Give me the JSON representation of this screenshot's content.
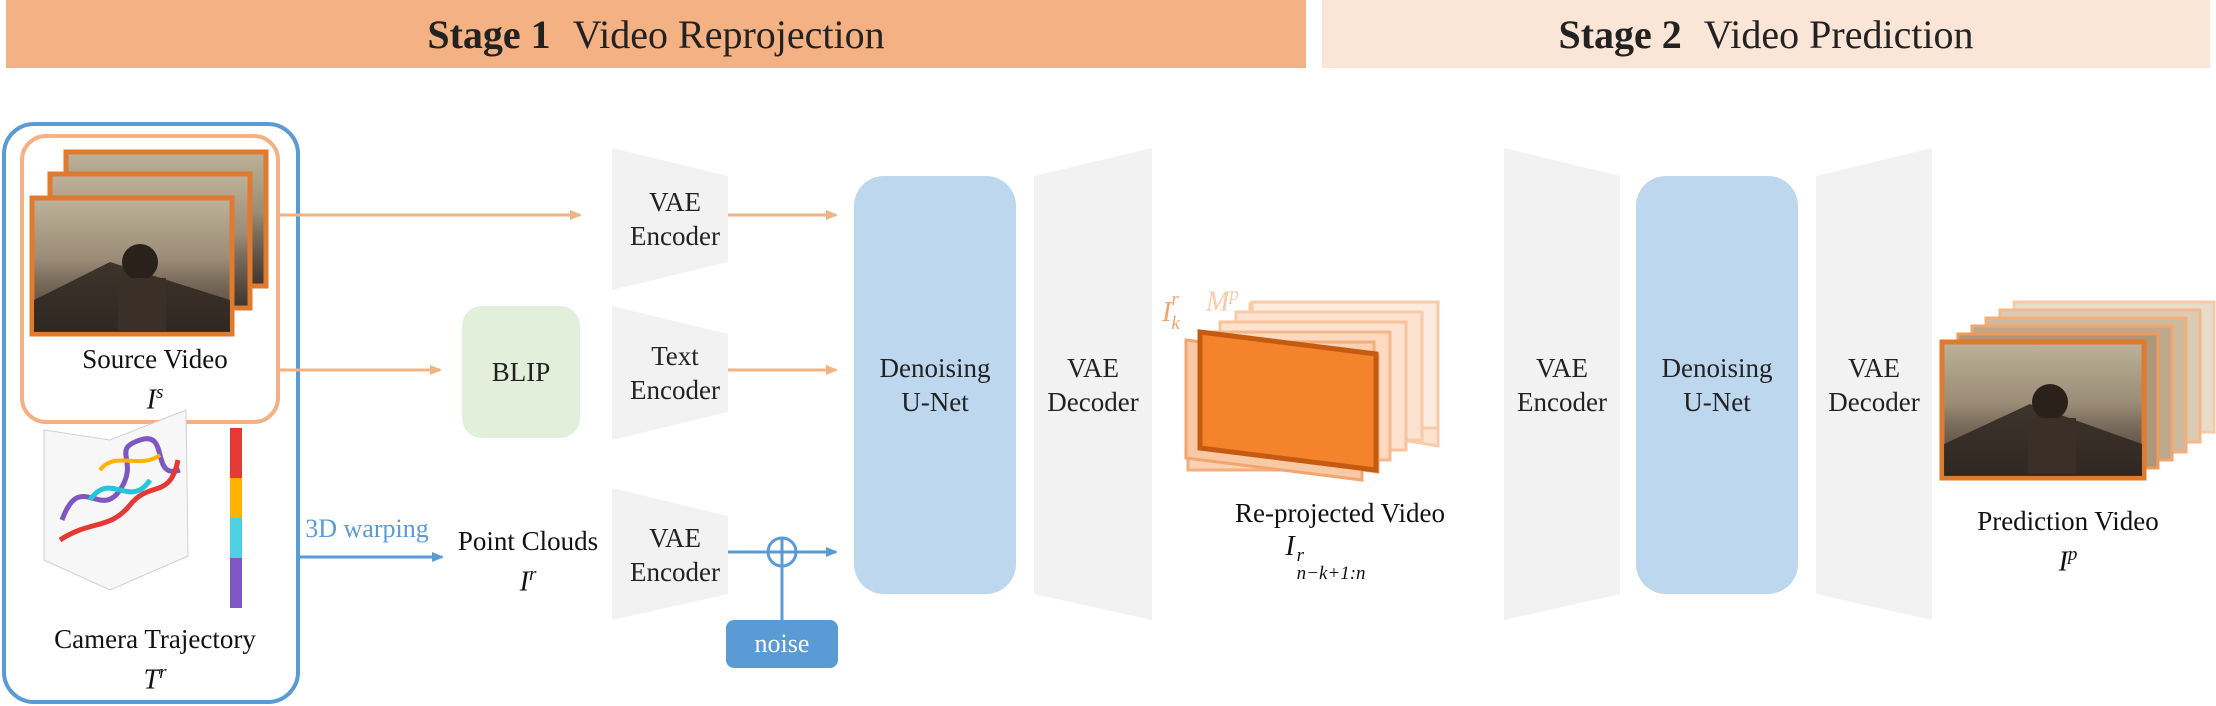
{
  "stage1": {
    "bold": "Stage 1",
    "title": "Video Reprojection"
  },
  "stage2": {
    "bold": "Stage 2",
    "title": "Video Prediction"
  },
  "source_video": {
    "label": "Source Video",
    "symbol": "I",
    "sup": "s"
  },
  "camera_trajectory": {
    "label": "Camera Trajectory",
    "symbol": "T",
    "sup": "r"
  },
  "warping_label": "3D warping",
  "point_clouds": {
    "label": "Point Clouds",
    "symbol": "I",
    "sup": "r"
  },
  "blip": "BLIP",
  "vae_encoder_top": {
    "line1": "VAE",
    "line2": "Encoder"
  },
  "text_encoder": {
    "line1": "Text",
    "line2": "Encoder"
  },
  "vae_encoder_bottom": {
    "line1": "VAE",
    "line2": "Encoder"
  },
  "noise": "noise",
  "denoising_unet_1": {
    "line1": "Denoising",
    "line2": "U-Net"
  },
  "vae_decoder_1": {
    "line1": "VAE",
    "line2": "Decoder"
  },
  "reprojected_frame_label": {
    "symbol": "I",
    "sub": "k",
    "sup": "r"
  },
  "mask_label": {
    "symbol": "M",
    "sup": "p"
  },
  "reprojected_video": {
    "label": "Re-projected Video",
    "symbol": "I",
    "sup": "r",
    "sub": "n−k+1:n"
  },
  "vae_encoder_2": {
    "line1": "VAE",
    "line2": "Encoder"
  },
  "denoising_unet_2": {
    "line1": "Denoising",
    "line2": "U-Net"
  },
  "vae_decoder_2": {
    "line1": "VAE",
    "line2": "Decoder"
  },
  "prediction_video": {
    "label": "Prediction Video",
    "symbol": "I",
    "sup": "p"
  },
  "colors": {
    "orange_arrow": "#f4b183",
    "blue_arrow": "#5b9bd5",
    "unet": "#bdd7ee",
    "blip": "#e2efda",
    "trapezoid": "#f2f2f2",
    "frame": "#f4832c"
  }
}
